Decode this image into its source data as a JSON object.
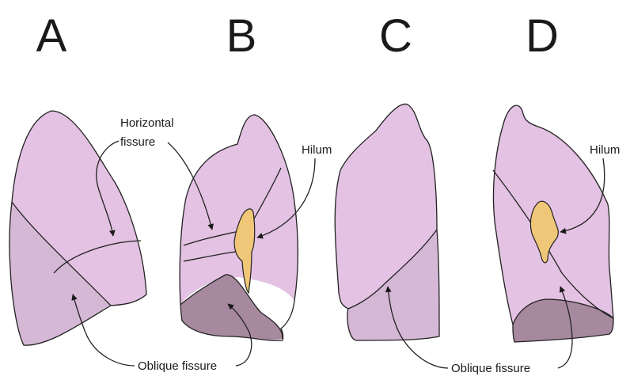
{
  "panels": [
    {
      "letter": "A"
    },
    {
      "letter": "B"
    },
    {
      "letter": "C"
    },
    {
      "letter": "D"
    }
  ],
  "labels": {
    "horizontal_fissure_line1": "Horizontal",
    "horizontal_fissure_line2": "fissure",
    "hilum_b": "Hilum",
    "hilum_d": "Hilum",
    "oblique_left": "Oblique fissure",
    "oblique_right": "Oblique fissure"
  },
  "colors": {
    "upper_lobe": "#e3c2e3",
    "lower_lobe_light": "#d5b8d5",
    "lower_lobe_dark": "#a6899f",
    "hilum": "#f0c678",
    "outline": "#222222"
  }
}
